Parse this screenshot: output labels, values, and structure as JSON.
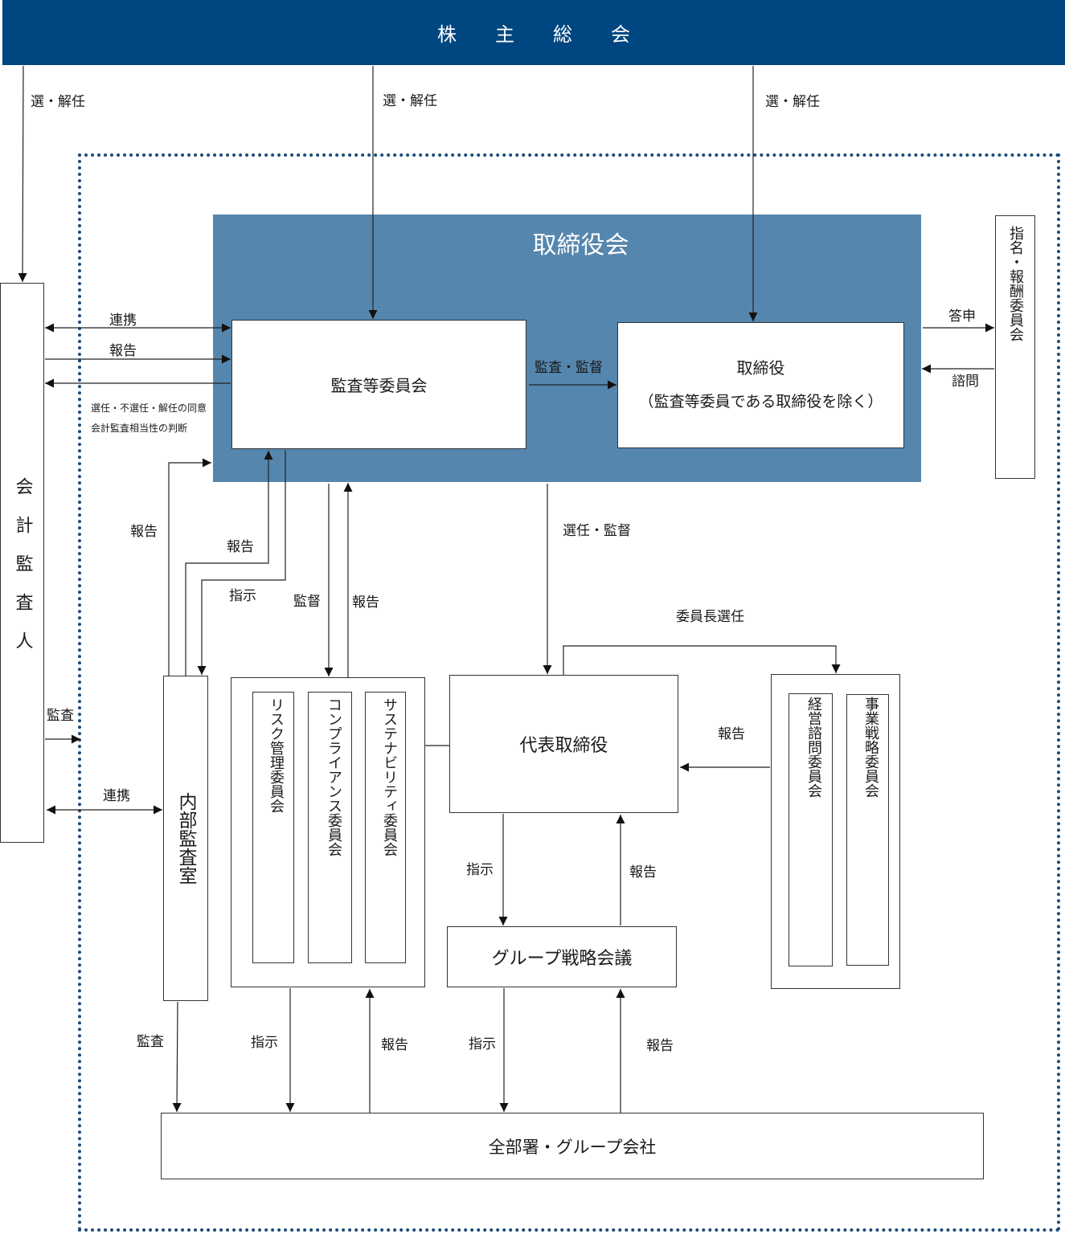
{
  "colors": {
    "shareholders_bg": "#004680",
    "board_bg": "#5586ae",
    "dotted_border": "#1b4a7a"
  },
  "shareholders": "株　　主　　総　　会",
  "board_title": "取締役会",
  "audit_committee": "監査等委員会",
  "directors": {
    "line1": "取締役",
    "line2": "（監査等委員である取締役を除く）"
  },
  "nomination": "指名・報酬委員会",
  "accounting_auditor": "会計監査人",
  "internal_audit": "内部監査室",
  "committees": [
    "リスク管理委員会",
    "コンプライアンス委員会",
    "サステナビリティ委員会"
  ],
  "advisory": [
    "経営諮問委員会",
    "事業戦略委員会"
  ],
  "representative": "代表取締役",
  "group_meeting": "グループ戦略会議",
  "all_depts": "全部署・グループ会社",
  "labels": {
    "appoint_dismiss_1": "選・解任",
    "appoint_dismiss_2": "選・解任",
    "appoint_dismiss_3": "選・解任",
    "cooperation_1": "連携",
    "report_1": "報告",
    "consent_note_1": "選任・不選任・解任の同意",
    "consent_note_2": "会計監査相当性の判断",
    "audit_supervise": "監査・監督",
    "reply": "答申",
    "consult": "諮問",
    "report_ia_board": "報告",
    "report_ia_ac": "報告",
    "instruct_ac_ia": "指示",
    "supervise_committees": "監督",
    "report_committees": "報告",
    "appoint_supervise": "選任・監督",
    "chair_appoint": "委員長選任",
    "report_advisory": "報告",
    "audit_left": "監査",
    "cooperation_2": "連携",
    "instruct_rep_group": "指示",
    "report_group_rep": "報告",
    "audit_ia_depts": "監査",
    "instruct_comm_depts": "指示",
    "report_depts_comm": "報告",
    "instruct_group_depts": "指示",
    "report_depts_group": "報告"
  }
}
